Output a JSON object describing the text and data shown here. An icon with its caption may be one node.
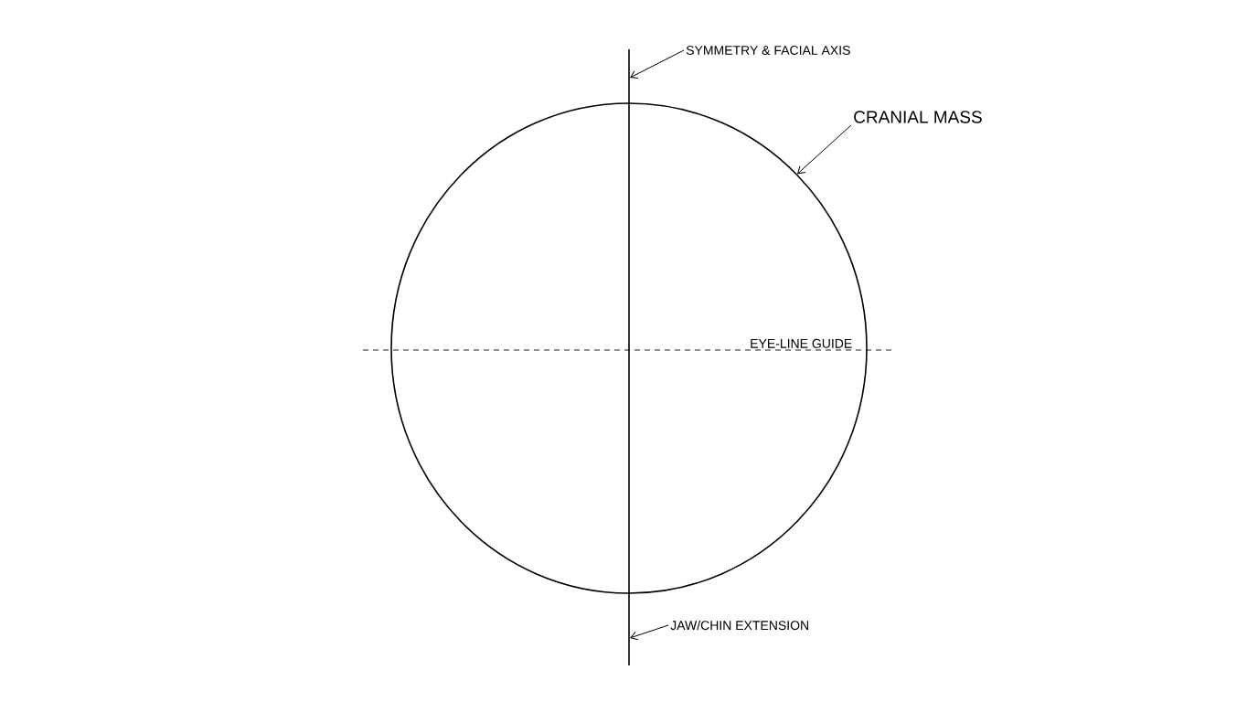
{
  "diagram": {
    "nodes": [
      {
        "text": [
          "SYMMETRY & FACIAL AXIS"
        ]
      },
      {
        "text": [
          "CRANIAL MASS"
        ]
      },
      {
        "text": [
          "JAW/CHIN EXTENSION"
        ]
      },
      {
        "text": [],
        "shape": "circle"
      },
      {
        "text": [],
        "shape": "line"
      }
    ],
    "edges": [
      {
        "from": 0,
        "to": 4,
        "arrow": "to"
      },
      {
        "from": 1,
        "to": 3,
        "arrow": "to"
      },
      {
        "from": 2,
        "to": 4,
        "arrow": "to"
      }
    ],
    "labels": [
      "EYE-LINE GUIDE"
    ]
  }
}
